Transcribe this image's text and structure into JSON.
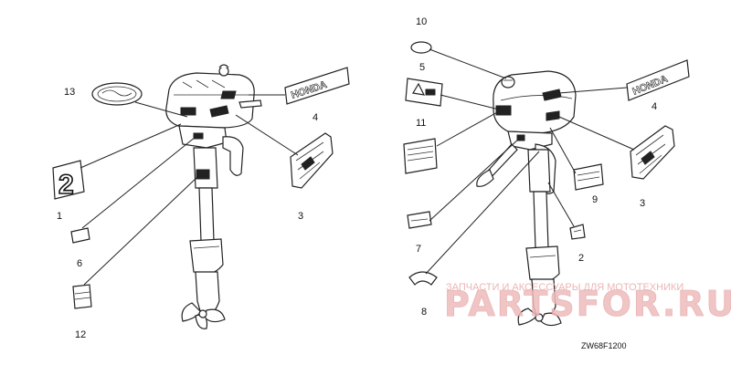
{
  "diagram": {
    "callouts": {
      "c1": "1",
      "c2": "2",
      "c3a": "3",
      "c3b": "3",
      "c4a": "4",
      "c4b": "4",
      "c5": "5",
      "c6": "6",
      "c7": "7",
      "c8": "8",
      "c9": "9",
      "c10": "10",
      "c11": "11",
      "c12": "12",
      "c13": "13"
    },
    "decal_brand": "HONDA",
    "decal_digit": "2",
    "diagram_code": "ZW68F1200"
  },
  "watermark": {
    "tagline": "ЗАПЧАСТИ И АКСЕССУАРЫ ДЛЯ МОТОТЕХНИКИ",
    "site": "PARTSFOR.RU",
    "color": "#e8a9a9"
  }
}
